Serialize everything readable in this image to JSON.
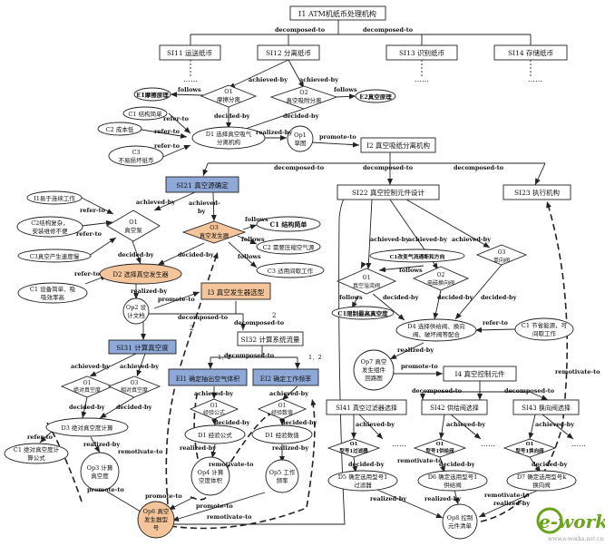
{
  "colors": {
    "line": "#222222",
    "blue_box": "#8ea9d8",
    "orange": "#f4c49b",
    "watermark_green": "#6aa31e",
    "watermark_gray": "#9a9a9a"
  },
  "nodes": {
    "i1": "I1 ATM机纸币处理机构",
    "si11": "SI11 运送纸币",
    "si12": "SI12 分离纸币",
    "si13": "SI13 识别纸币",
    "si14": "SI14 存储纸币",
    "e1": "E1摩擦原理",
    "o1_a": "O1",
    "o1_b": "摩擦分离",
    "o2_a": "O2",
    "o2_b": "真空吸附分离",
    "e2": "E2真空原理",
    "c1": "C1 结构简单",
    "c2": "C2 成本低",
    "c3_a": "C3",
    "c3_b": "不易损坏纸币",
    "d1_a": "D1 选择真空吸气",
    "d1_b": "分离机构",
    "op1_a": "Op1",
    "op1_b": "草图",
    "i2": "I2 真空吸纸分离机构",
    "si21": "SI21 真空源确定",
    "i1_left": "I1易于连续工作",
    "c2_left_a": "C2结构复杂，",
    "c2_left_b": "安装维修不便",
    "c3_left": "C3真空产生速度慢",
    "o1_vac_a": "O1",
    "o1_vac_b": "真空泵",
    "o3_gen_a": "O3",
    "o3_gen_b": "真空发生器",
    "c1_simple": "C1 结构简单",
    "c2_noise": "C2 需要压缩空气源",
    "c3_fit": "C3 适用间歇工作",
    "d2": "D2 选择真空发生器",
    "c1_eq_a": "C1 设备简单、吸",
    "c1_eq_b": "吸效率高",
    "op2_a": "Op2 设",
    "op2_b": "计文档",
    "i3": "I3 真空发生器选型",
    "num_2a": "2",
    "num_2b": "2",
    "si131": "SI31 计算真空度",
    "si32": "SI32 计算系统流量",
    "num_12a": "1．2",
    "num_12b": "1．2",
    "o1_abs_a": "O1",
    "o1_abs_b": "绝对真空度",
    "o3_rel_a": "O3",
    "o3_rel_b": "相对真空度",
    "d3": "D3 绝对真空度计算",
    "c1_abs_a": "C1 绝对真空度计",
    "c1_abs_b": "算公式",
    "op3_a": "Op3 计算",
    "op3_b": "真空度",
    "ei1": "EI1 确定抽出空气体积",
    "ei2": "EI2 确定工作频率",
    "o1_exp_a": "O1",
    "o1_exp_b": "经验公式",
    "o1_num_a": "O1",
    "o1_num_b": "经验数值",
    "d1_formula": "D1 经验公式",
    "d1_value": "D1 经验数值",
    "op4_a": "Op4 计算",
    "op4_b": "空度体积",
    "op5_a": "Op5 工作",
    "op5_b": "频率",
    "op6_a": "Op6 真空",
    "op6_b": "发生器型",
    "op6_c": "号",
    "si22": "SI22 真空控制元件设计",
    "si23": "SI23 执行机构",
    "c1_flow": "C1改变气流通断和方向",
    "o1_valve_a": "O1",
    "o1_valve_b": "真空溢流阀",
    "o2_valve_a": "O2",
    "o2_valve_b": "电磁换向阀",
    "o3_valve_a": "O3",
    "o3_valve_b": "单向阀",
    "c1_limit": "C1限制最高真空度",
    "d4_a": "D4 选择供给阀、换向",
    "d4_b": "阀、破坏阀等配合",
    "c1_energy_a": "C1 节省能源，可",
    "c1_energy_b": "间歇工作",
    "op7_a": "Op7 真空",
    "op7_b": "发生组件",
    "op7_c": "回路图",
    "i4": "I4 真空控制元件",
    "si41": "SI41 真空过滤器选择",
    "si42": "SI42 供给阀选择",
    "si43": "SI43 换向阀选择",
    "o1_filter_a": "O1",
    "o1_filter_b": "型号1过滤器",
    "o1_supply_a": "O1",
    "o1_supply_b": "型号1供给阀",
    "o1_rev_a": "O1",
    "o1_rev_b": "型号1换向阀",
    "dots": "……",
    "d5_a": "D5 确定选用型号1",
    "d5_b": "过滤器",
    "d6_a": "D6 确定选用型号1",
    "d6_b": "供给阀",
    "d7_a": "D7 确定选用型号k",
    "d7_b": "换向阀",
    "op8_a": "Op8 控制",
    "op8_b": "元件清单"
  },
  "relations": {
    "decomposed_to": "decomposed-to",
    "achieved_by": "achieved-by",
    "decided_by": "decided-by",
    "follows": "follows",
    "refer_to": "refer-to",
    "realized_by": "realized-by",
    "promote_to": "promote-to",
    "remotivate_to": "remotivate-to",
    "achie_a": "achieved-",
    "achie_b": "by"
  },
  "watermark": {
    "brand": "e-works",
    "url": "www.e-works.net.cn"
  }
}
